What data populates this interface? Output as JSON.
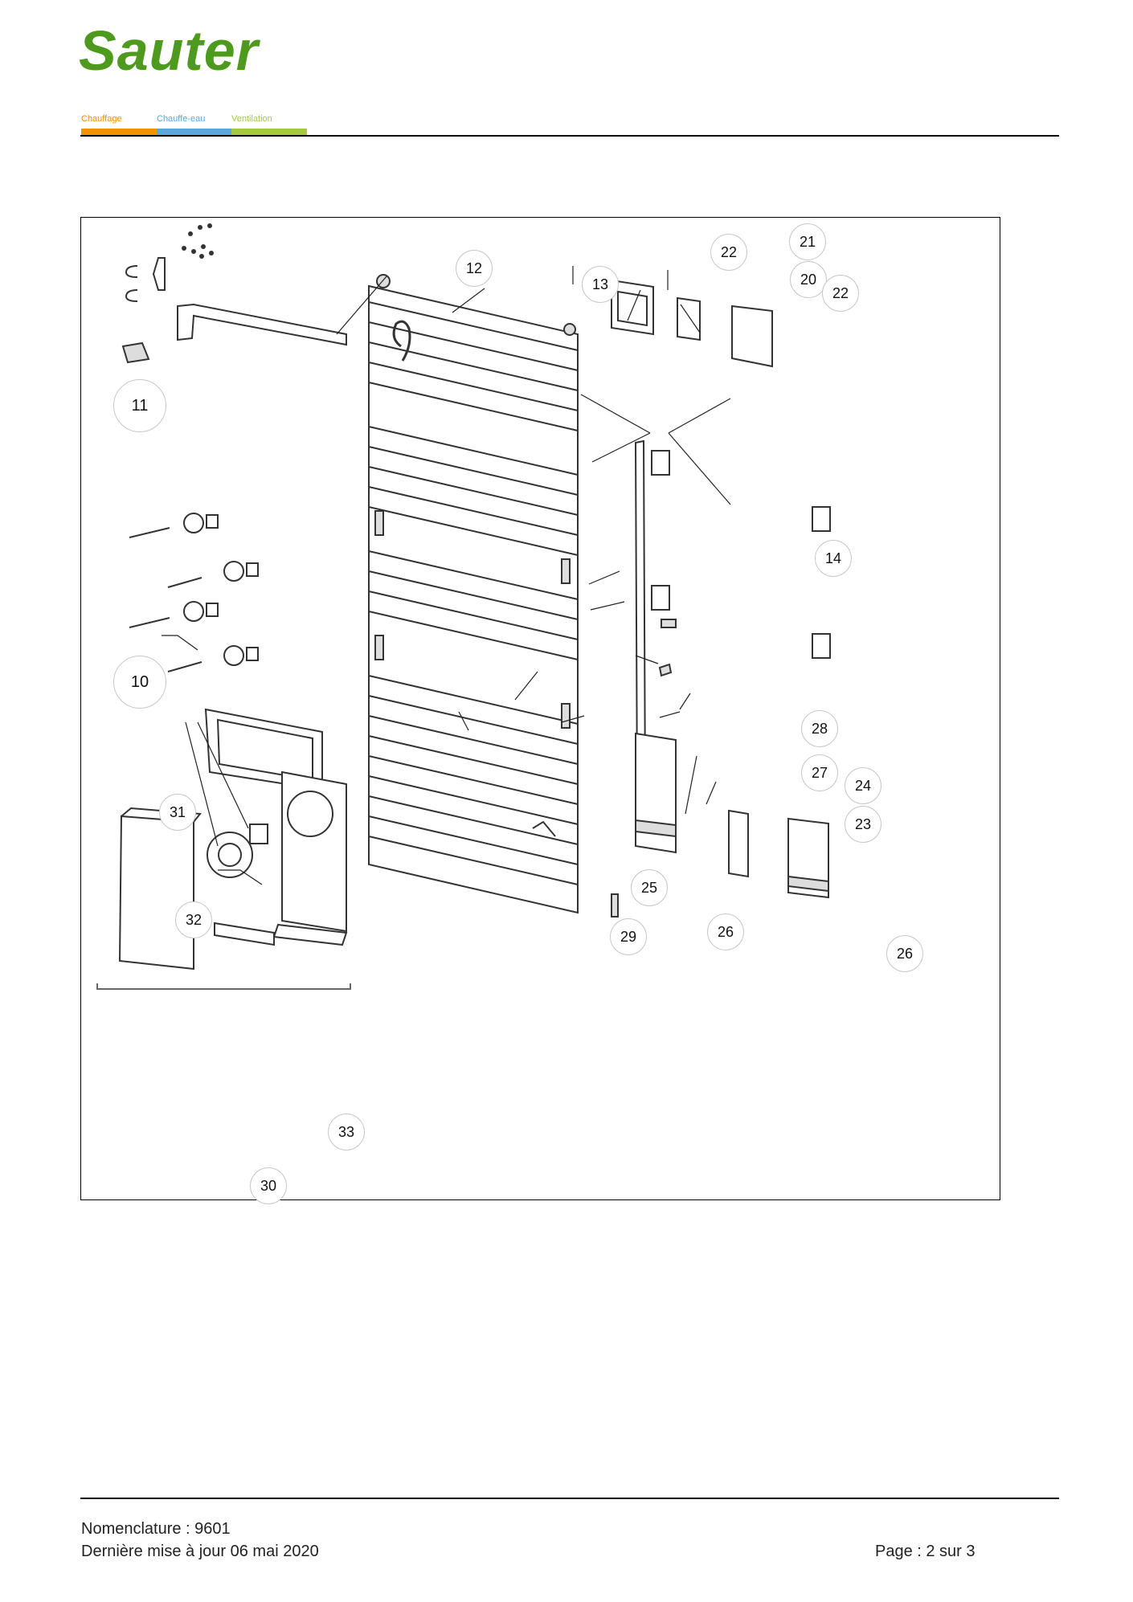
{
  "brand": {
    "name": "Sauter",
    "tagline": [
      "Chauffage",
      "Chauffe-eau",
      "Ventilation"
    ],
    "colors": {
      "logo": "#4d9a1f",
      "chauffage": "#f39200",
      "chauffe_eau": "#5aa7dc",
      "ventilation": "#a4c93c"
    }
  },
  "diagram": {
    "callouts": [
      "11",
      "12",
      "13",
      "22",
      "21",
      "20",
      "22",
      "10",
      "14",
      "31",
      "32",
      "33",
      "30",
      "25",
      "29",
      "26",
      "28",
      "27",
      "24",
      "23",
      "26"
    ]
  },
  "footer": {
    "nomenclature": "Nomenclature : 9601",
    "updated": "Dernière mise à jour 06 mai 2020",
    "page": "Page : 2 sur 3"
  }
}
